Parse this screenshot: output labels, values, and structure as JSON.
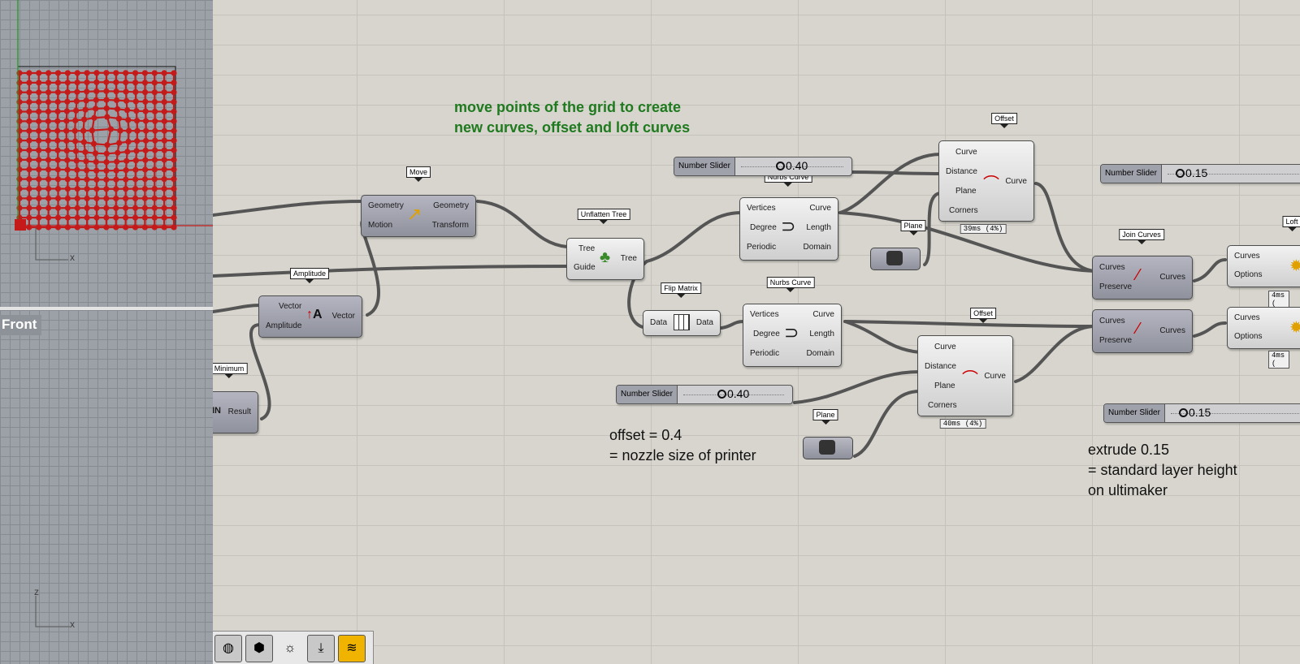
{
  "viewport": {
    "front_label": "Front",
    "axis_x": "x",
    "axis_z": "z",
    "axis_x_front": "x"
  },
  "notes": {
    "move_points": "move points of the grid to create\nnew curves, offset and loft curves",
    "offset": "offset = 0.4\n= nozzle size of printer",
    "extrude": "extrude 0.15\n= standard layer height\non ultimaker"
  },
  "components": {
    "move": {
      "tag": "Move",
      "in": [
        "Geometry",
        "Motion"
      ],
      "out": [
        "Geometry",
        "Transform"
      ]
    },
    "amplitude": {
      "tag": "Amplitude",
      "in": [
        "Vector",
        "Amplitude"
      ],
      "out": [
        "Vector"
      ]
    },
    "minimum": {
      "tag": "Minimum",
      "out": [
        "Result"
      ]
    },
    "unflatten": {
      "tag": "Unflatten Tree",
      "in": [
        "Tree",
        "Guide"
      ],
      "out": [
        "Tree"
      ]
    },
    "flip": {
      "tag": "Flip Matrix",
      "in": [
        "Data"
      ],
      "out": [
        "Data"
      ]
    },
    "nurbs1": {
      "tag": "Nurbs Curve",
      "in": [
        "Vertices",
        "Degree",
        "Periodic"
      ],
      "out": [
        "Curve",
        "Length",
        "Domain"
      ]
    },
    "nurbs2": {
      "tag": "Nurbs Curve",
      "in": [
        "Vertices",
        "Degree",
        "Periodic"
      ],
      "out": [
        "Curve",
        "Length",
        "Domain"
      ]
    },
    "offset1": {
      "tag": "Offset",
      "in": [
        "Curve",
        "Distance",
        "Plane",
        "Corners"
      ],
      "out": [
        "Curve"
      ],
      "timing": "39ms (4%)"
    },
    "offset2": {
      "tag": "Offset",
      "in": [
        "Curve",
        "Distance",
        "Plane",
        "Corners"
      ],
      "out": [
        "Curve"
      ],
      "timing": "40ms (4%)"
    },
    "plane1": {
      "tag": "Plane"
    },
    "plane2": {
      "tag": "Plane"
    },
    "join": {
      "tag": "Join Curves",
      "in": [
        "Curves",
        "Preserve"
      ],
      "out": [
        "Curves"
      ]
    },
    "join2": {
      "in": [
        "Curves",
        "Preserve"
      ],
      "out": [
        "Curves"
      ]
    },
    "loft1": {
      "tag": "Loft",
      "in": [
        "Curves",
        "Options"
      ],
      "timing": "4ms ("
    },
    "loft2": {
      "in": [
        "Curves",
        "Options"
      ],
      "timing": "4ms ("
    }
  },
  "sliders": [
    {
      "name": "Number Slider",
      "value": "0.40"
    },
    {
      "name": "Number Slider",
      "value": "0.40"
    },
    {
      "name": "Number Slider",
      "value": "0.15"
    },
    {
      "name": "Number Slider",
      "value": "0.15"
    }
  ],
  "colors": {
    "note_green": "#1f7a1f",
    "canvas_bg": "#d7d5cd",
    "point_red": "#c41a1a"
  }
}
